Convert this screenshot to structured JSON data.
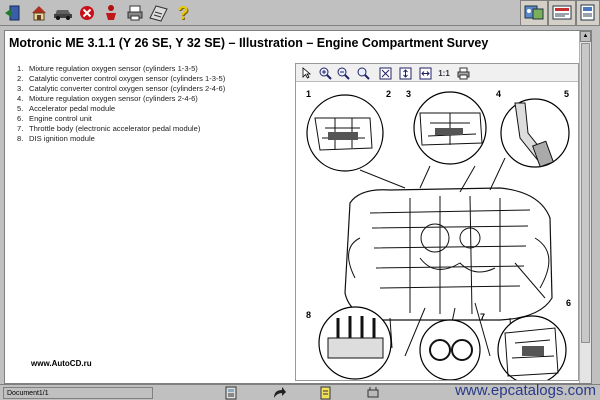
{
  "window": {
    "title": "Motronic ME 3.1.1 (Y 26 SE, Y 32 SE) – Illustration – Engine Compartment Survey"
  },
  "toolbar": {
    "left_icons": [
      "exit-icon",
      "home-icon",
      "car-icon",
      "stop-icon",
      "person-icon",
      "print-icon",
      "notes-icon",
      "help-icon"
    ],
    "help_glyph": "?",
    "right_icons": [
      "diagnosis-icon",
      "catalog-icon",
      "document-icon"
    ]
  },
  "parts": [
    {
      "num": "1.",
      "label": "Mixture regulation oxygen sensor (cylinders 1-3-5)"
    },
    {
      "num": "2.",
      "label": "Catalytic converter control oxygen sensor (cylinders 1-3-5)"
    },
    {
      "num": "3.",
      "label": "Catalytic converter control oxygen sensor (cylinders 2-4-6)"
    },
    {
      "num": "4.",
      "label": "Mixture regulation oxygen sensor (cylinders 2-4-6)"
    },
    {
      "num": "5.",
      "label": "Accelerator pedal module"
    },
    {
      "num": "6.",
      "label": "Engine control unit"
    },
    {
      "num": "7.",
      "label": "Throttle body (electronic accelerator pedal module)"
    },
    {
      "num": "8.",
      "label": "DIS ignition module"
    }
  ],
  "illustration": {
    "toolbar": {
      "tools": [
        "pointer-icon",
        "zoom-in-icon",
        "zoom-out-icon",
        "magnify-icon",
        "fit-page-icon",
        "fit-height-icon",
        "fit-width-icon"
      ],
      "one_to_one": "1:1",
      "print": "print-icon"
    },
    "callouts": [
      "1",
      "2",
      "3",
      "4",
      "5",
      "6",
      "7",
      "8"
    ]
  },
  "watermark": "www.AutoCD.ru",
  "status": {
    "document": "Document1/1",
    "icons": [
      "calculator-icon",
      "forward-arrow-icon",
      "clipboard-icon",
      "connector-icon"
    ],
    "site": "www.epcatalogs.com"
  }
}
